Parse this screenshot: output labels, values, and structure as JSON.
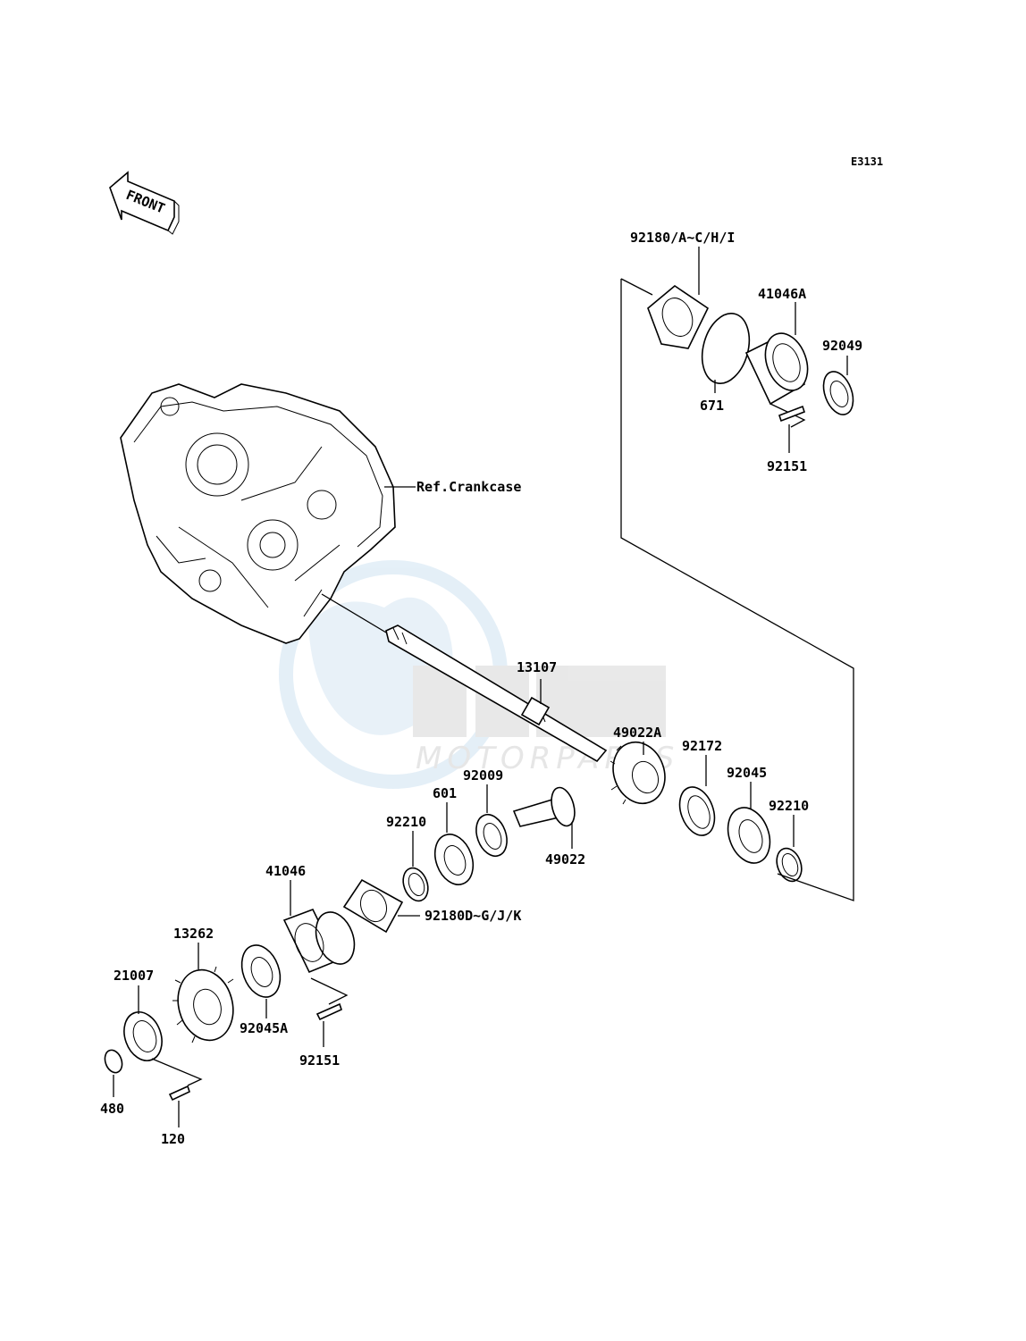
{
  "diagram_code": "E3131",
  "front_label": "FRONT",
  "ref_label": "Ref.Crankcase",
  "watermark": {
    "logo": "OSM",
    "tagline": "MOTORPARTS"
  },
  "parts": [
    {
      "key": "p92180a",
      "label": "92180/A~C/H/I"
    },
    {
      "key": "p41046a",
      "label": "41046A"
    },
    {
      "key": "p92049",
      "label": "92049"
    },
    {
      "key": "p671",
      "label": "671"
    },
    {
      "key": "p92151a",
      "label": "92151"
    },
    {
      "key": "p13107",
      "label": "13107"
    },
    {
      "key": "p49022a",
      "label": "49022A"
    },
    {
      "key": "p92172",
      "label": "92172"
    },
    {
      "key": "p92045",
      "label": "92045"
    },
    {
      "key": "p92210a",
      "label": "92210"
    },
    {
      "key": "p92009",
      "label": "92009"
    },
    {
      "key": "p601",
      "label": "601"
    },
    {
      "key": "p92210b",
      "label": "92210"
    },
    {
      "key": "p49022",
      "label": "49022"
    },
    {
      "key": "p41046",
      "label": "41046"
    },
    {
      "key": "p92180d",
      "label": "92180D~G/J/K"
    },
    {
      "key": "p13262",
      "label": "13262"
    },
    {
      "key": "p21007",
      "label": "21007"
    },
    {
      "key": "p92045a",
      "label": "92045A"
    },
    {
      "key": "p92151b",
      "label": "92151"
    },
    {
      "key": "p480",
      "label": "480"
    },
    {
      "key": "p120",
      "label": "120"
    }
  ]
}
